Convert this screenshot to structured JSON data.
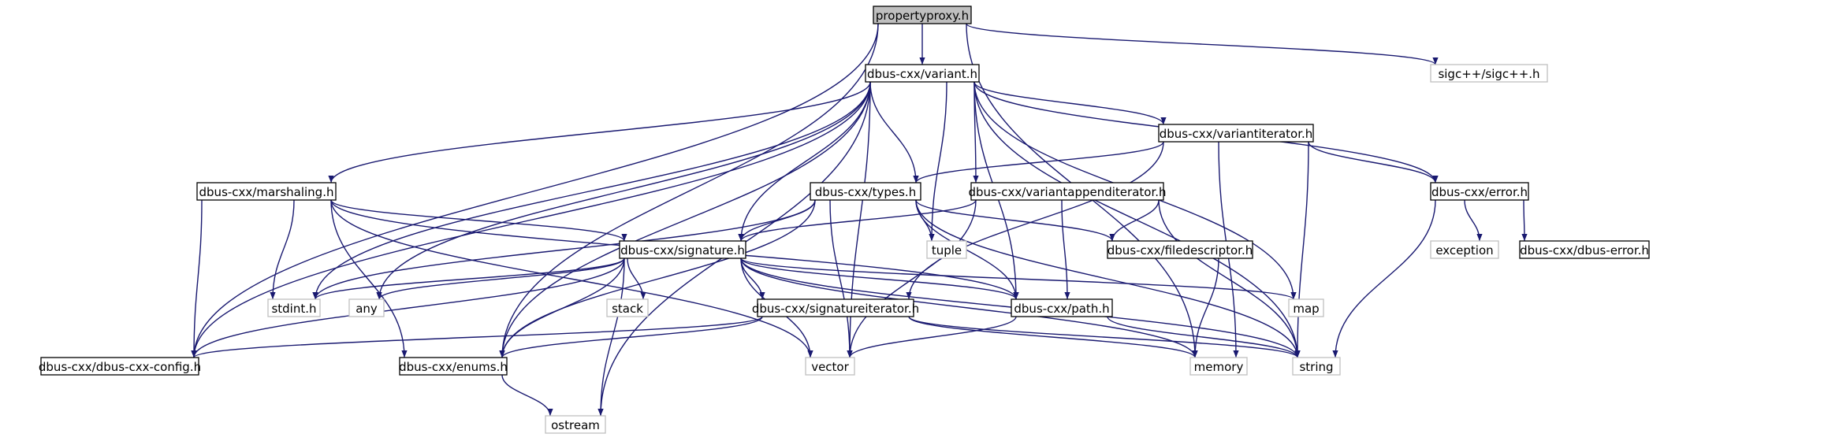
{
  "colors": {
    "edge": "#191970",
    "node_border": "#000000",
    "external_border": "#bfbfbf",
    "root_fill": "#bfbfbf",
    "node_fill": "#ffffff",
    "external_text": "#000000"
  },
  "nodes": [
    {
      "id": "propertyproxy",
      "label": "propertyproxy.h",
      "kind": "root"
    },
    {
      "id": "variant",
      "label": "dbus-cxx/variant.h",
      "kind": "header"
    },
    {
      "id": "sigc",
      "label": "sigc++/sigc++.h",
      "kind": "external"
    },
    {
      "id": "variantiterator",
      "label": "dbus-cxx/variantiterator.h",
      "kind": "header"
    },
    {
      "id": "marshaling",
      "label": "dbus-cxx/marshaling.h",
      "kind": "header"
    },
    {
      "id": "types",
      "label": "dbus-cxx/types.h",
      "kind": "header"
    },
    {
      "id": "variantappenditerator",
      "label": "dbus-cxx/variantappenditerator.h",
      "kind": "header"
    },
    {
      "id": "error",
      "label": "dbus-cxx/error.h",
      "kind": "header"
    },
    {
      "id": "tuple",
      "label": "tuple",
      "kind": "external"
    },
    {
      "id": "signature",
      "label": "dbus-cxx/signature.h",
      "kind": "header"
    },
    {
      "id": "filedescriptor",
      "label": "dbus-cxx/filedescriptor.h",
      "kind": "header"
    },
    {
      "id": "exception",
      "label": "exception",
      "kind": "external"
    },
    {
      "id": "dbuserror",
      "label": "dbus-cxx/dbus-error.h",
      "kind": "header"
    },
    {
      "id": "stdint",
      "label": "stdint.h",
      "kind": "external"
    },
    {
      "id": "any",
      "label": "any",
      "kind": "external"
    },
    {
      "id": "stack",
      "label": "stack",
      "kind": "external"
    },
    {
      "id": "path",
      "label": "dbus-cxx/path.h",
      "kind": "header"
    },
    {
      "id": "map",
      "label": "map",
      "kind": "external"
    },
    {
      "id": "signatureiterator",
      "label": "dbus-cxx/signatureiterator.h",
      "kind": "header"
    },
    {
      "id": "config",
      "label": "dbus-cxx/dbus-cxx-config.h",
      "kind": "header"
    },
    {
      "id": "enums",
      "label": "dbus-cxx/enums.h",
      "kind": "header"
    },
    {
      "id": "vector",
      "label": "vector",
      "kind": "external"
    },
    {
      "id": "memory",
      "label": "memory",
      "kind": "external"
    },
    {
      "id": "string",
      "label": "string",
      "kind": "external"
    },
    {
      "id": "ostream",
      "label": "ostream",
      "kind": "external"
    }
  ],
  "edges": [
    [
      "propertyproxy",
      "variant"
    ],
    [
      "propertyproxy",
      "sigc"
    ],
    [
      "propertyproxy",
      "memory"
    ],
    [
      "propertyproxy",
      "config"
    ],
    [
      "propertyproxy",
      "enums"
    ],
    [
      "variant",
      "config"
    ],
    [
      "variant",
      "enums"
    ],
    [
      "variant",
      "marshaling"
    ],
    [
      "variant",
      "stdint"
    ],
    [
      "variant",
      "any"
    ],
    [
      "variant",
      "vector"
    ],
    [
      "variant",
      "signature"
    ],
    [
      "variant",
      "types"
    ],
    [
      "variant",
      "tuple"
    ],
    [
      "variant",
      "variantappenditerator"
    ],
    [
      "variant",
      "path"
    ],
    [
      "variant",
      "variantiterator"
    ],
    [
      "variant",
      "error"
    ],
    [
      "variant",
      "map"
    ],
    [
      "variant",
      "string"
    ],
    [
      "variant",
      "ostream"
    ],
    [
      "variantiterator",
      "types"
    ],
    [
      "variantiterator",
      "signatureiterator"
    ],
    [
      "variantiterator",
      "error"
    ],
    [
      "variantiterator",
      "memory"
    ],
    [
      "variantiterator",
      "string"
    ],
    [
      "marshaling",
      "stdint"
    ],
    [
      "marshaling",
      "config"
    ],
    [
      "marshaling",
      "enums"
    ],
    [
      "marshaling",
      "vector"
    ],
    [
      "marshaling",
      "signature"
    ],
    [
      "marshaling",
      "path"
    ],
    [
      "types",
      "stdint"
    ],
    [
      "types",
      "enums"
    ],
    [
      "types",
      "signature"
    ],
    [
      "types",
      "tuple"
    ],
    [
      "types",
      "path"
    ],
    [
      "types",
      "filedescriptor"
    ],
    [
      "types",
      "vector"
    ],
    [
      "types",
      "string"
    ],
    [
      "variantappenditerator",
      "signature"
    ],
    [
      "variantappenditerator",
      "filedescriptor"
    ],
    [
      "variantappenditerator",
      "path"
    ],
    [
      "variantappenditerator",
      "vector"
    ],
    [
      "variantappenditerator",
      "string"
    ],
    [
      "error",
      "exception"
    ],
    [
      "error",
      "dbuserror"
    ],
    [
      "error",
      "string"
    ],
    [
      "signature",
      "stdint"
    ],
    [
      "signature",
      "any"
    ],
    [
      "signature",
      "stack"
    ],
    [
      "signature",
      "config"
    ],
    [
      "signature",
      "enums"
    ],
    [
      "signature",
      "ostream"
    ],
    [
      "signature",
      "vector"
    ],
    [
      "signature",
      "signatureiterator"
    ],
    [
      "signature",
      "path"
    ],
    [
      "signature",
      "map"
    ],
    [
      "signature",
      "memory"
    ],
    [
      "signature",
      "string"
    ],
    [
      "filedescriptor",
      "memory"
    ],
    [
      "path",
      "vector"
    ],
    [
      "path",
      "string"
    ],
    [
      "signatureiterator",
      "config"
    ],
    [
      "signatureiterator",
      "enums"
    ],
    [
      "signatureiterator",
      "memory"
    ],
    [
      "signatureiterator",
      "string"
    ],
    [
      "enums",
      "ostream"
    ]
  ]
}
